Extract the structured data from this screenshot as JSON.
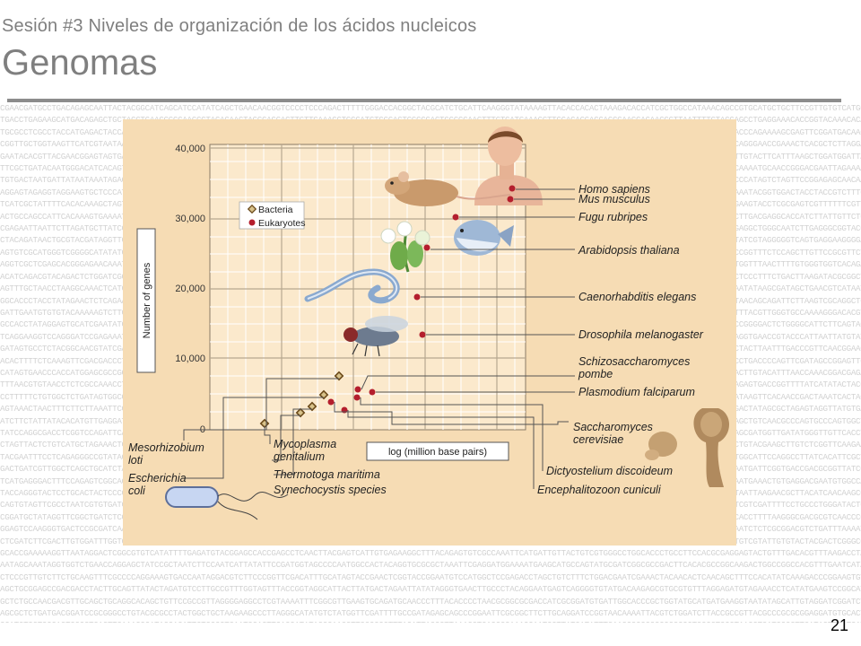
{
  "slide": {
    "subtitle": "Sesión #3 Niveles de organización de los ácidos nucleicos",
    "title": "Genomas",
    "page_number": "21"
  },
  "figure": {
    "ylabel": "Number of genes",
    "xlabel": "log (million base pairs)",
    "yticks": [
      "0",
      "10,000",
      "20,000",
      "30,000",
      "40,000"
    ],
    "legend": {
      "bacteria": "Bacteria",
      "eukaryotes": "Eukaryotes"
    },
    "labels": {
      "homo": "Homo sapiens",
      "mus": "Mus musculus",
      "fugu": "Fugu rubripes",
      "arabidopsis": "Arabidopsis thaliana",
      "caeno": "Caenorhabditis elegans",
      "dros": "Drosophila melanogaster",
      "schizo1": "Schizosaccharomyces",
      "schizo2": "pombe",
      "plasmo": "Plasmodium falciparum",
      "sacch1": "Saccharomyces",
      "sacch2": "cerevisiae",
      "dicty": "Dictyostelium discoideum",
      "enceph": "Encephalitozoon cuniculi",
      "meso1": "Mesorhizobium",
      "meso2": "loti",
      "myco1": "Mycoplasma",
      "myco2": "genitalium",
      "ecoli1": "Escherichia",
      "ecoli2": "coli",
      "thermo": "Thermotoga maritima",
      "synecho": "Synechocystis species"
    },
    "colors": {
      "panel": "#f6dcb4",
      "eukaryote": "#b41e2d",
      "bacteria": "#c8a35a",
      "grid": "#ffffff"
    }
  }
}
